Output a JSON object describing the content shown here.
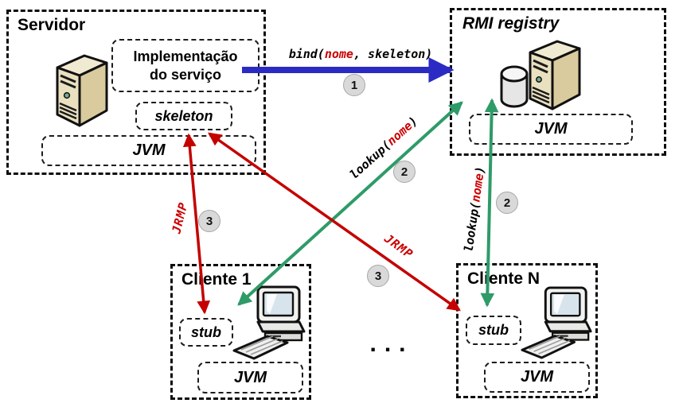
{
  "colors": {
    "arrow_blue": "#2b2bc4",
    "arrow_green": "#2e9b68",
    "arrow_red": "#c40000",
    "code_highlight": "#cc0000",
    "badge_bg": "#d9d9d9",
    "badge_border": "#a8a8a8"
  },
  "servidor": {
    "title": "Servidor",
    "impl_line1": "Implementação",
    "impl_line2": "do serviço",
    "skeleton": "skeleton",
    "jvm": "JVM"
  },
  "registry": {
    "title": "RMI registry",
    "jvm": "JVM"
  },
  "cliente1": {
    "title": "Cliente 1",
    "stub": "stub",
    "jvm": "JVM"
  },
  "clienteN": {
    "title": "Cliente N",
    "stub": "stub",
    "jvm": "JVM"
  },
  "labels": {
    "bind_pre": "bind(",
    "bind_arg": "nome",
    "bind_post": ", skeleton)",
    "lookup_pre": "lookup(",
    "lookup_arg": "nome",
    "lookup_post": ")",
    "jrmp": "JRMP"
  },
  "steps": {
    "bind": "1",
    "lookup": "2",
    "jrmp": "3"
  },
  "ellipsis": "..."
}
